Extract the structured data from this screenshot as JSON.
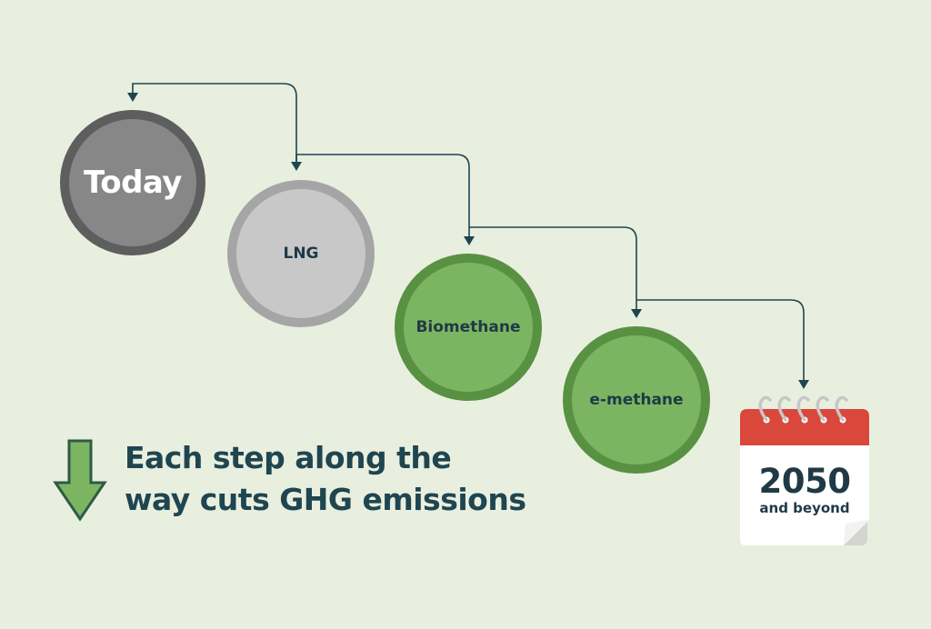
{
  "steps": [
    {
      "label": "Today"
    },
    {
      "label": "LNG"
    },
    {
      "label": "Biomethane"
    },
    {
      "label": "e-methane"
    }
  ],
  "destination": {
    "year": "2050",
    "subtitle": "and beyond"
  },
  "caption": {
    "line1": "Each step along the",
    "line2": "way cuts GHG emissions"
  },
  "colors": {
    "background": "#e8efdf",
    "today_fill": "#878787",
    "today_ring": "#5e5e5e",
    "lng_fill": "#c9c8c9",
    "lng_ring": "#a5a5a5",
    "green_fill": "#7cb562",
    "green_ring": "#599142",
    "connector": "#1f4550",
    "text_dark": "#1f3a46",
    "calendar_red": "#d9483b",
    "arrow_green": "#7cb562"
  },
  "icons": {
    "calendar": "calendar-icon",
    "down_arrow": "down-arrow-icon"
  }
}
